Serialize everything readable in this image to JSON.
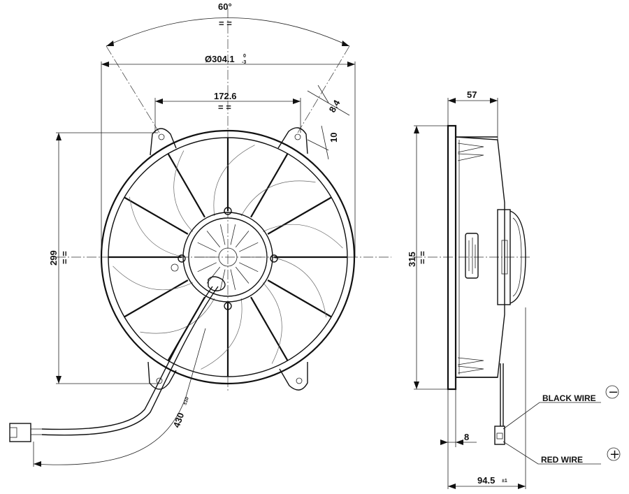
{
  "front_view": {
    "angle_dim": "60°",
    "angle_tol": "= =",
    "outer_diameter": "Ø304.1",
    "outer_diameter_tol_upper": "0",
    "outer_diameter_tol_lower": "-3",
    "bolt_spacing": "172.6",
    "slot_width": "8.4",
    "slot_length": "10",
    "height_dim": "299",
    "cable_length": "430",
    "cable_length_tol": "±10",
    "symmetry_mark": "= ="
  },
  "side_view": {
    "depth_top": "57",
    "height_dim": "315",
    "flange_offset": "8",
    "overall_depth": "94.5",
    "overall_depth_tol": "±1",
    "symmetry_mark": "= ="
  },
  "wires": {
    "black_label": "BLACK WIRE",
    "black_symbol": "−",
    "red_label": "RED WIRE",
    "red_symbol": "+"
  }
}
